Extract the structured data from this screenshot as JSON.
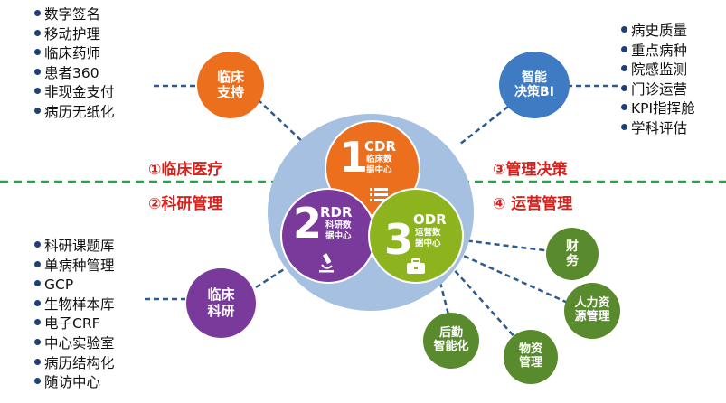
{
  "top_left_list": [
    "数字签名",
    "移动护理",
    "临床药师",
    "患者360",
    "非现金支付",
    "病历无纸化"
  ],
  "top_right_list": [
    "病史质量",
    "重点病种",
    "院感监测",
    "门诊运营",
    "KPI指挥舱",
    "学科评估"
  ],
  "bottom_left_list": [
    "科研课题库",
    "单病种管理",
    "GCP",
    "生物样本库",
    "电子CRF",
    "中心实验室",
    "病历结构化",
    "随访中心"
  ],
  "sections": {
    "clinical": "①临床医疗",
    "research": "②科研管理",
    "decision": "③管理决策",
    "operations": "④ 运营管理"
  },
  "satellites": {
    "clinical_support": [
      "临床",
      "支持"
    ],
    "smart_bi": [
      "智能",
      "决策BI"
    ],
    "clinical_research": [
      "临床",
      "科研"
    ],
    "finance": [
      "财",
      "务"
    ],
    "hr": [
      "人力资",
      "源管理"
    ],
    "logistics": [
      "后勤",
      "智能化"
    ],
    "materials": [
      "物资",
      "管理"
    ]
  },
  "hub": {
    "cdr": {
      "number": "1",
      "abbr": "CDR",
      "sub": [
        "临床数",
        "据中心"
      ]
    },
    "rdr": {
      "number": "2",
      "abbr": "RDR",
      "sub": [
        "科研数",
        "据中心"
      ]
    },
    "odr": {
      "number": "3",
      "abbr": "ODR",
      "sub": [
        "运营数",
        "据中心"
      ]
    }
  },
  "colors": {
    "orange": "#ec6f1e",
    "blue": "#3f7bc3",
    "purple": "#7a3a9c",
    "green": "#5a8a2e",
    "odr_green": "#8db41f",
    "hub_bg": "#a5c0e0",
    "section_red": "#d9211c",
    "divider": "#29a24a"
  }
}
